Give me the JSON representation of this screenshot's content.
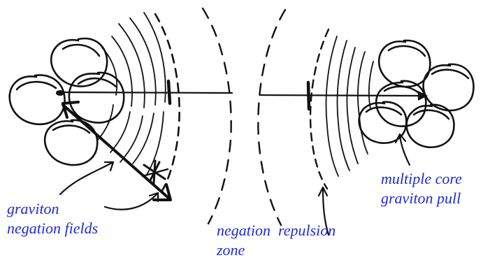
{
  "labels": {
    "graviton_negation": {
      "line1": "graviton",
      "line2": "negation fields"
    },
    "negation_repulsion": {
      "line1": "negation  repulsion",
      "line2": "zone"
    },
    "multiple_core": {
      "line1": "multiple core",
      "line2": "graviton pull"
    }
  },
  "colors": {
    "label_text": "#1f2bd6",
    "ink": "#111111",
    "background": "#ffffff"
  }
}
